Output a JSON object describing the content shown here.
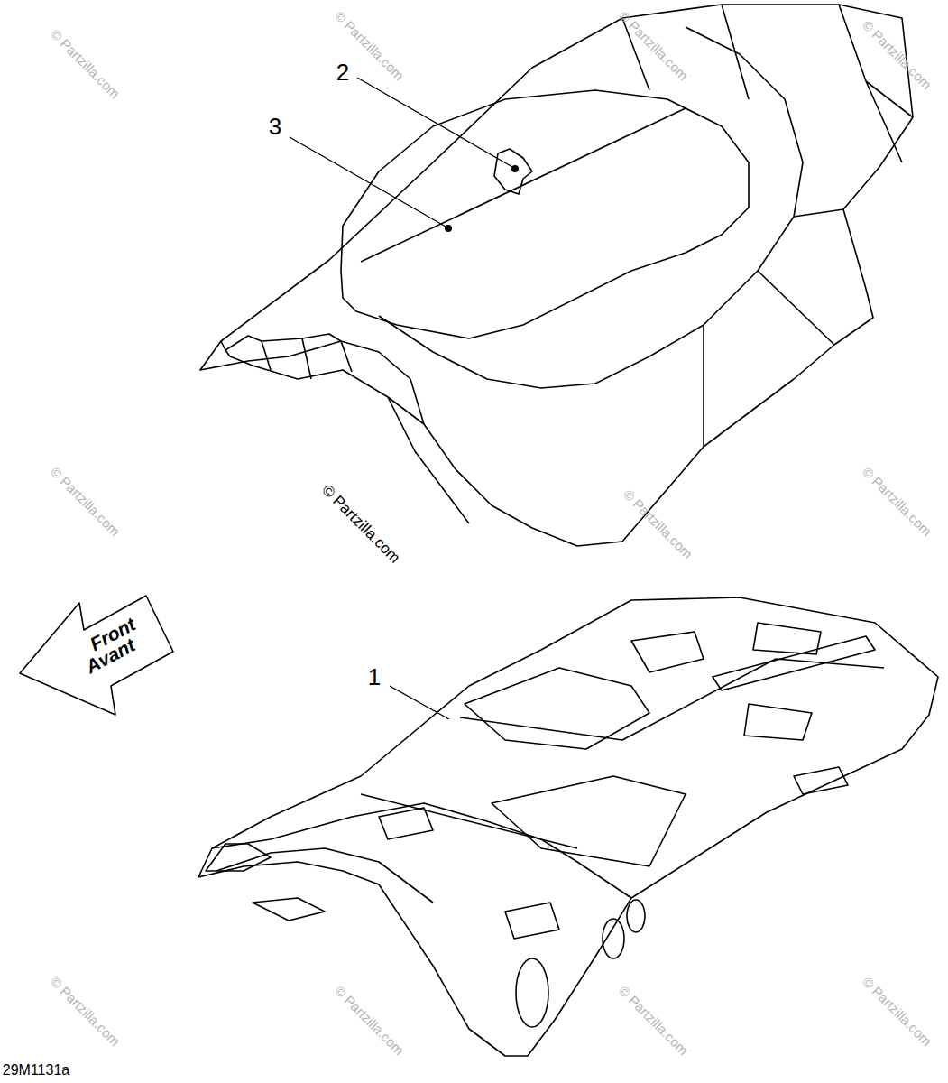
{
  "diagram": {
    "labels": [
      "2",
      "3",
      "1",
      "Front",
      "Avant",
      "29M1131a",
      "© Partzilla.com",
      "© Partzilla.com",
      "© Partzilla.com",
      "© Partzilla.com",
      "© Partzilla.com",
      "© Partzilla.com",
      "© Partzilla.com",
      "© Partzilla.com",
      "© Partzilla.com",
      "© Partzilla.com",
      "© Partzilla.com",
      "© Partzilla.com"
    ]
  }
}
